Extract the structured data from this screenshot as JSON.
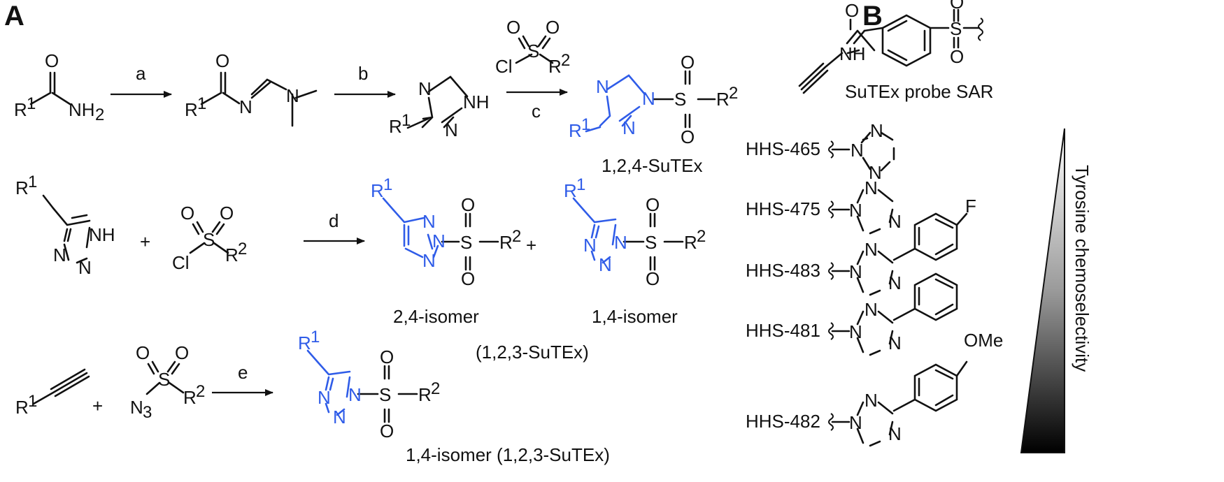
{
  "panels": {
    "a": "A",
    "b": "B"
  },
  "scheme": {
    "step_labels": [
      "a",
      "b",
      "c",
      "d",
      "e"
    ],
    "plus": "+",
    "amide": {
      "r": "R",
      "sup": "1",
      "o": "O",
      "nh": "NH",
      "sub": "2"
    },
    "amidine": {
      "r": "R",
      "sup": "1",
      "o": "O",
      "n1": "N",
      "n2": "N"
    },
    "triazole124": {
      "n": "N",
      "nh": "NH",
      "n2": "N",
      "r": "R",
      "sup": "1"
    },
    "sulfonyl_chloride": {
      "o1": "O",
      "o2": "O",
      "s": "S",
      "cl": "Cl",
      "r": "R",
      "sup": "2"
    },
    "product_124": {
      "n": "N",
      "n1": "N",
      "n2": "N",
      "s": "S",
      "o1": "O",
      "o2": "O",
      "r1": "R",
      "sup1": "1",
      "r2": "R",
      "sup2": "2",
      "name": "1,2,4-SuTEx"
    },
    "triazole123": {
      "r": "R",
      "sup": "1",
      "nh": "NH",
      "n1": "N",
      "n2": "N"
    },
    "isomer_24": {
      "r1": "R",
      "sup1": "1",
      "n1": "N",
      "n2": "N",
      "n3": "N",
      "s": "S",
      "o1": "O",
      "o2": "O",
      "r2": "R",
      "sup2": "2",
      "name": "2,4-isomer"
    },
    "isomer_14": {
      "r1": "R",
      "sup1": "1",
      "n1": "N",
      "n2": "N",
      "n3": "N",
      "s": "S",
      "o1": "O",
      "o2": "O",
      "r2": "R",
      "sup2": "2",
      "name": "1,4-isomer"
    },
    "group_123": "(1,2,3-SuTEx)",
    "alkyne": {
      "r": "R",
      "sup": "1"
    },
    "azide": {
      "o1": "O",
      "o2": "O",
      "s": "S",
      "n": "N",
      "sub": "3",
      "r": "R",
      "sup": "2"
    },
    "product_e": {
      "r1": "R",
      "sup1": "1",
      "n1": "N",
      "n2": "N",
      "n3": "N",
      "s": "S",
      "o1": "O",
      "o2": "O",
      "r2": "R",
      "sup2": "2",
      "name": "1,4-isomer (1,2,3-SuTEx)"
    }
  },
  "sar": {
    "probe": {
      "o": "O",
      "nh": "NH",
      "s": "S",
      "o1": "O",
      "o2": "O"
    },
    "title": "SuTEx probe SAR",
    "compounds": [
      {
        "name": "HHS-465",
        "atoms": [
          "N",
          "N",
          "N"
        ]
      },
      {
        "name": "HHS-475",
        "atoms": [
          "N",
          "N",
          "N"
        ]
      },
      {
        "name": "HHS-483",
        "atoms": [
          "N",
          "N",
          "N"
        ],
        "substituent": "F"
      },
      {
        "name": "HHS-481",
        "atoms": [
          "N",
          "N",
          "N"
        ]
      },
      {
        "name": "HHS-482",
        "atoms": [
          "N",
          "N",
          "N"
        ],
        "substituent": "OMe"
      }
    ],
    "gradient_label": "Tyrosine chemoselectivity"
  }
}
